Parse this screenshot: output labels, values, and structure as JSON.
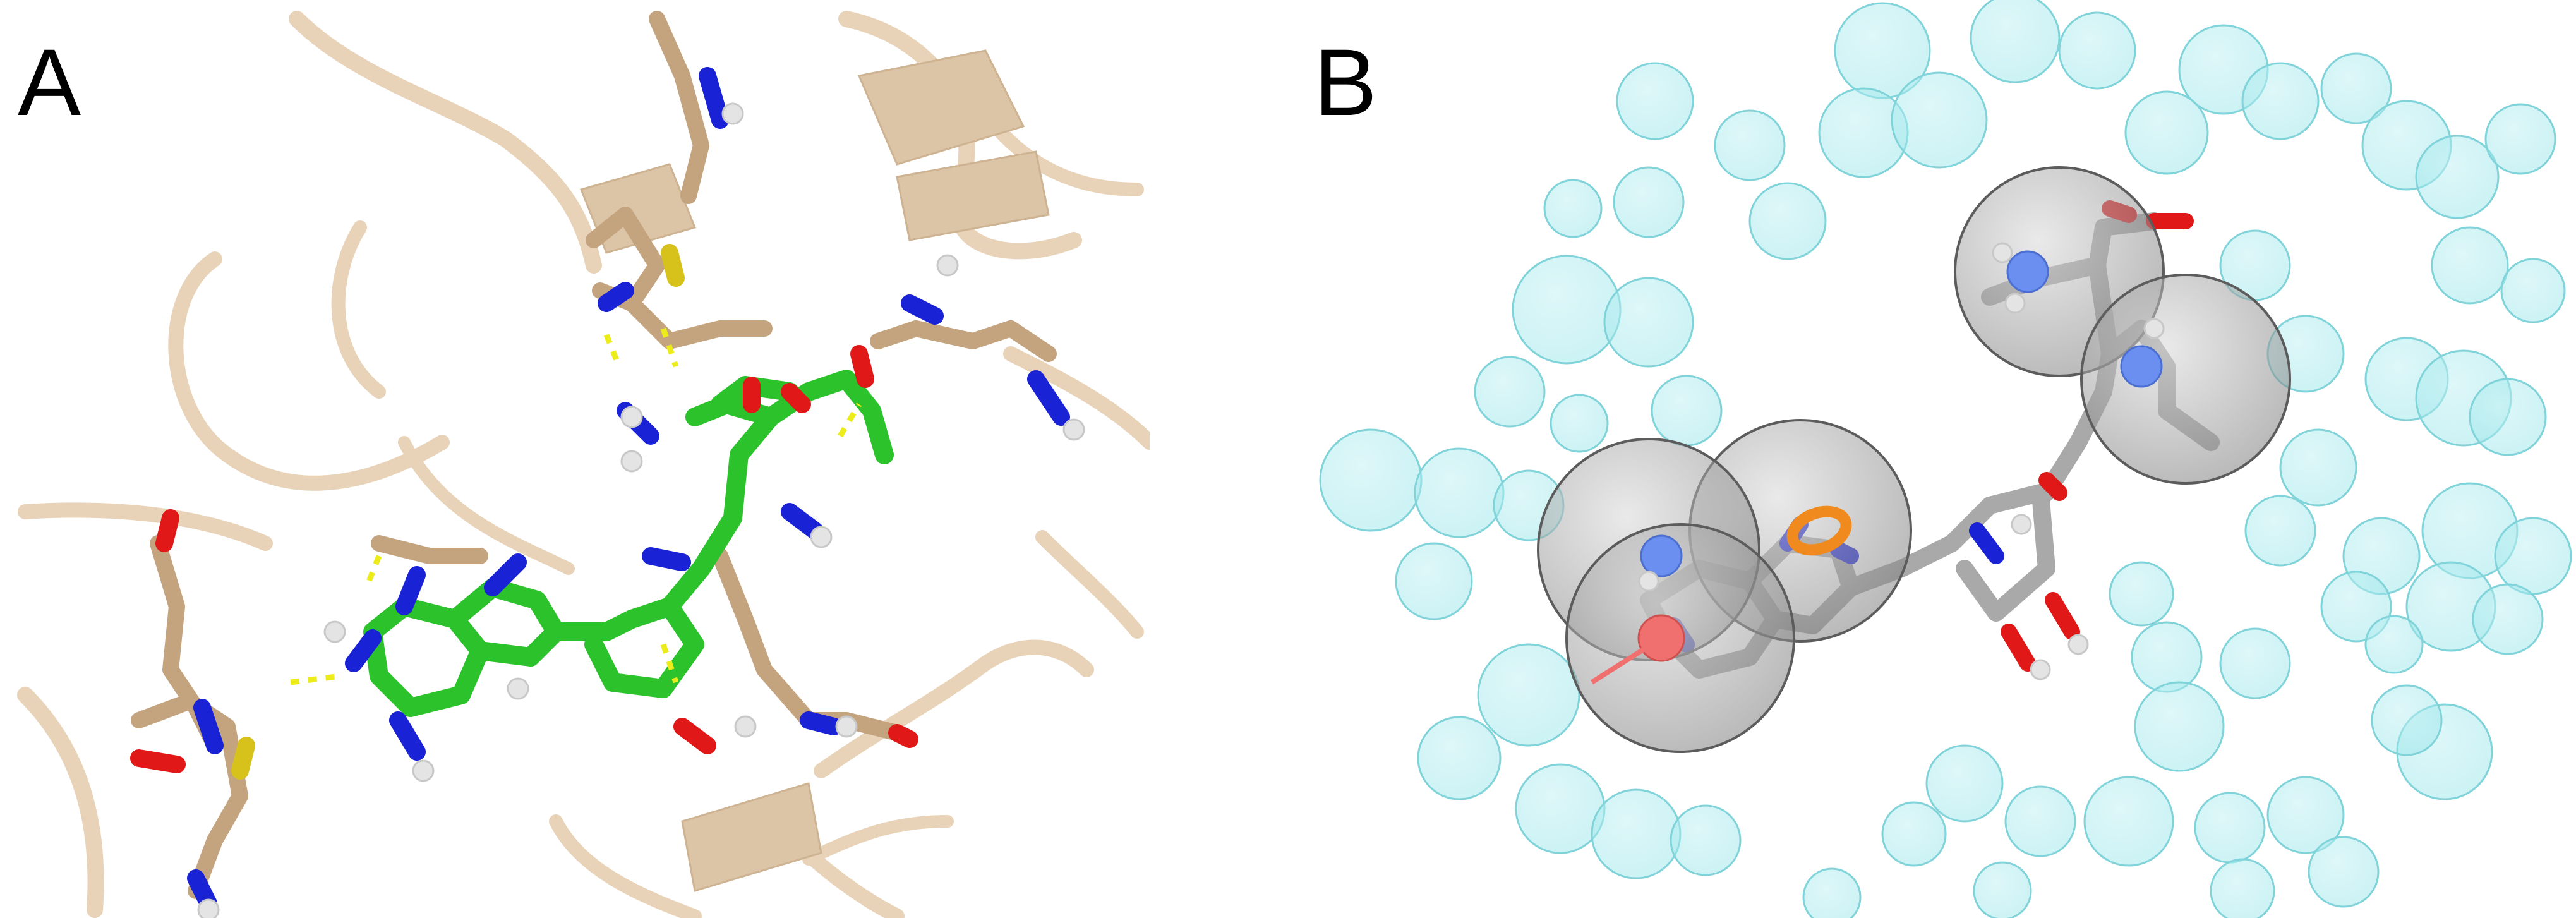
{
  "figure": {
    "panels": [
      {
        "id": "A",
        "label": "A"
      },
      {
        "id": "B",
        "label": "B"
      }
    ]
  },
  "colors": {
    "protein_ribbon": "#e8d3b8",
    "protein_sticks": "#c4a47f",
    "ligand_carbon": "#2bc22b",
    "nitrogen": "#1a22d6",
    "oxygen": "#e01818",
    "sulfur": "#d6c21a",
    "hydrogen": "#e4e4e4",
    "hbond": "#ecec1a",
    "water_sphere": "#8fe3e8",
    "pharmacophore_sphere": "#8a8a8a",
    "ligand_grey": "#a9a9a9",
    "aromatic_ring": "#f08a1f",
    "donor_blue": "#6a8ff0",
    "acceptor_red": "#f07070"
  }
}
